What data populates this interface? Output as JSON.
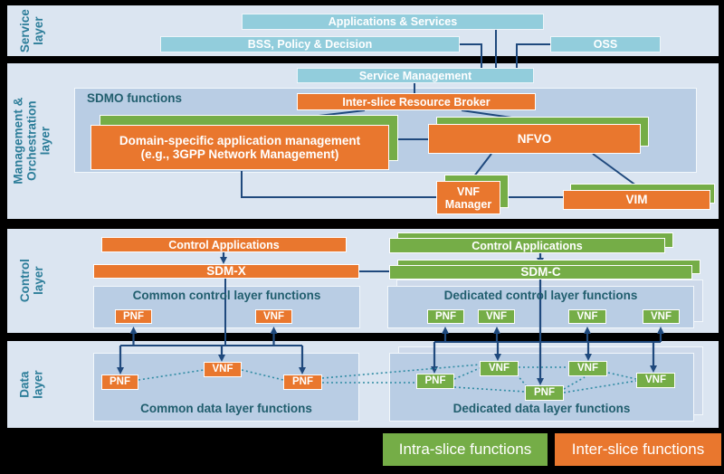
{
  "colors": {
    "background": "#000000",
    "layer_panel": "#dbe5f1",
    "inner_panel": "#b9cde4",
    "cyan_box": "#92cddc",
    "orange_box": "#e9772e",
    "green_box": "#75ad47",
    "connector_blue": "#1f497d",
    "dotted_teal": "#2f8ba3",
    "panel_label_text": "#215e6e",
    "layer_label_text": "#2c7d99"
  },
  "layers": {
    "service": {
      "lines": [
        "Service",
        "layer"
      ]
    },
    "mo": {
      "lines": [
        "Management &",
        "Orchestration",
        "layer"
      ]
    },
    "control": {
      "lines": [
        "Control",
        "layer"
      ]
    },
    "data": {
      "lines": [
        "Data",
        "layer"
      ]
    }
  },
  "service": {
    "apps": "Applications & Services",
    "bss": "BSS, Policy & Decision",
    "oss": "OSS"
  },
  "mo": {
    "service_mgmt": "Service Management",
    "sdmo": "SDMO functions",
    "broker": "Inter-slice Resource Broker",
    "domain_line1": "Domain-specific application management",
    "domain_line2": "(e.g., 3GPP Network Management)",
    "nfvo": "NFVO",
    "vnfm_line1": "VNF",
    "vnfm_line2": "Manager",
    "vim": "VIM"
  },
  "control": {
    "left": {
      "apps": "Control Applications",
      "sdm": "SDM-X",
      "panel": "Common control layer functions",
      "nodes": [
        "PNF",
        "VNF"
      ]
    },
    "right": {
      "apps": "Control Applications",
      "sdm": "SDM-C",
      "panel": "Dedicated control layer functions",
      "nodes": [
        "PNF",
        "VNF",
        "VNF",
        "VNF"
      ]
    }
  },
  "datal": {
    "left": {
      "panel": "Common data layer functions",
      "nodes": [
        "PNF",
        "VNF",
        "PNF"
      ]
    },
    "right": {
      "panel": "Dedicated data layer functions",
      "nodes": [
        "PNF",
        "VNF",
        "PNF",
        "VNF",
        "VNF"
      ]
    }
  },
  "legend": {
    "intra": "Intra-slice functions",
    "inter": "Inter-slice functions"
  }
}
